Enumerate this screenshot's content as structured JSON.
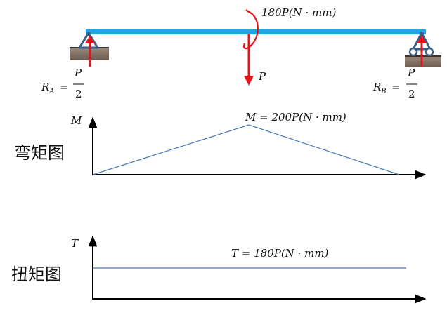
{
  "beam": {
    "torque_label": "180P(N · mm)",
    "load_label": "P",
    "reaction_a": {
      "symbol": "R",
      "sub": "A",
      "num": "P",
      "den": "2"
    },
    "reaction_b": {
      "symbol": "R",
      "sub": "B",
      "num": "P",
      "den": "2"
    }
  },
  "bending": {
    "title": "弯矩图",
    "axis_label": "M",
    "peak_label": "M = 200P(N · mm)"
  },
  "torsion": {
    "title": "扭矩图",
    "axis_label": "T",
    "value_label": "T = 180P(N · mm)"
  },
  "colors": {
    "beam": "#1aa7ec",
    "force": "#e8141c",
    "support": "#3a5f86",
    "ground": "#7f6e62",
    "diagram_line": "#4a78b0",
    "axis": "#000000"
  }
}
